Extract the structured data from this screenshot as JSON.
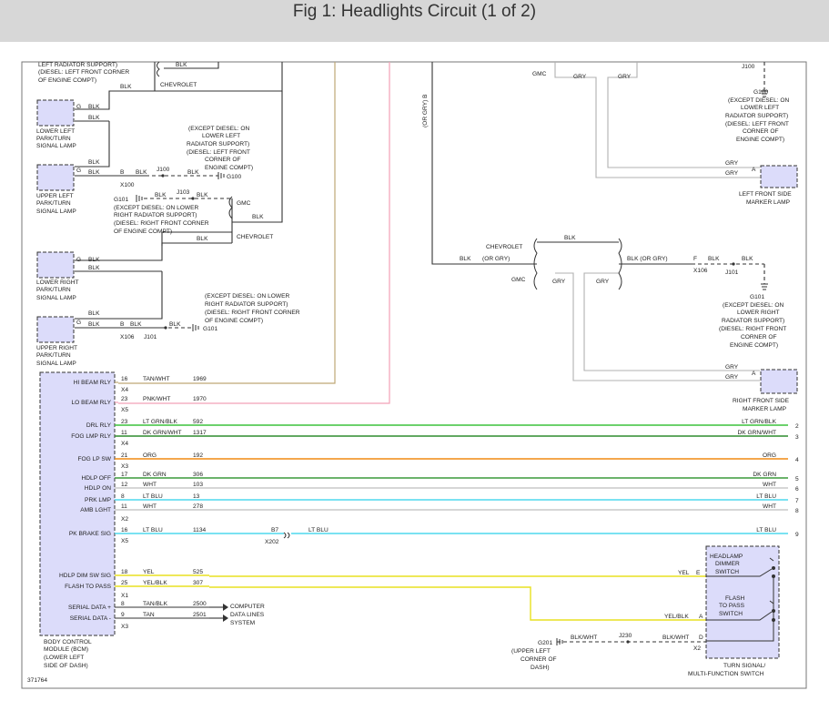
{
  "header": {
    "title": "Fig 1: Headlights Circuit (1 of 2)"
  },
  "figure_id": "371764",
  "labels": {
    "cut_top_1": "LEFT RADIATOR SUPPORT)",
    "cut_top_2": "(DIESEL: LEFT FRONT CORNER",
    "cut_top_3": "OF ENGINE COMPT)",
    "chevrolet": "CHEVROLET",
    "gmc": "GMC",
    "blk": "BLK",
    "gry": "GRY",
    "g": "G",
    "b": "B",
    "a": "A",
    "f": "F",
    "or_gry": "(OR GRY)",
    "or_gry_b": "(OR GRY)  B",
    "blk_or_gry": "BLK   (OR GRY)",
    "lower_left_lamp": [
      "LOWER LEFT",
      "PARK/TURN",
      "SIGNAL LAMP"
    ],
    "upper_left_lamp": [
      "UPPER LEFT",
      "PARK/TURN",
      "SIGNAL LAMP"
    ],
    "lower_right_lamp": [
      "LOWER RIGHT",
      "PARK/TURN",
      "SIGNAL LAMP"
    ],
    "upper_right_lamp": [
      "UPPER RIGHT",
      "PARK/TURN",
      "SIGNAL LAMP"
    ],
    "g100_note": [
      "(EXCEPT DIESEL: ON",
      "LOWER LEFT",
      "RADIATOR SUPPORT)",
      "(DIESEL: LEFT FRONT",
      "CORNER OF",
      "ENGINE COMPT)"
    ],
    "g101_note": [
      "(EXCEPT DIESEL: ON LOWER",
      "RIGHT RADIATOR SUPPORT)",
      "(DIESEL: RIGHT FRONT CORNER",
      "OF ENGINE COMPT)"
    ],
    "g101b_note": [
      "(EXCEPT DIESEL: ON LOWER",
      "RIGHT RADIATOR SUPPORT)",
      "(DIESEL: RIGHT FRONT CORNER",
      "OF ENGINE COMPT)"
    ],
    "g100r_note": [
      "(EXCEPT DIESEL: ON",
      "LOWER LEFT",
      "RADIATOR SUPPORT)",
      "(DIESEL: LEFT FRONT",
      "CORNER OF",
      "ENGINE COMPT)"
    ],
    "g101r_note": [
      "(EXCEPT DIESEL: ON",
      "LOWER RIGHT",
      "RADIATOR SUPPORT)",
      "(DIESEL: RIGHT FRONT",
      "CORNER OF",
      "ENGINE COMPT)"
    ],
    "j100": "J100",
    "j101": "J101",
    "j103": "J103",
    "j230": "J230",
    "x100": "X100",
    "x106": "X106",
    "x202": "X202",
    "b7": "B7",
    "g100": "G100",
    "g101": "G101",
    "g201": "G201",
    "g201_note": [
      "(UPPER LEFT",
      "CORNER OF",
      "DASH)"
    ],
    "left_side_marker": [
      "LEFT FRONT SIDE",
      "MARKER LAMP"
    ],
    "right_side_marker": [
      "RIGHT FRONT SIDE",
      "MARKER LAMP"
    ],
    "bcm": [
      "BODY CONTROL",
      "MODULE (BCM)",
      "(LOWER LEFT",
      "SIDE OF DASH)"
    ],
    "computer_data": [
      "COMPUTER",
      "DATA LINES",
      "SYSTEM"
    ],
    "switch_name": [
      "TURN SIGNAL/",
      "MULTI-FUNCTION SWITCH"
    ],
    "headlamp_dimmer": [
      "HEADLAMP",
      "DIMMER",
      "SWITCH"
    ],
    "flash_to_pass_sw": [
      "FLASH",
      "TO PASS",
      "SWITCH"
    ],
    "blk_wht": "BLK/WHT",
    "yel": "YEL",
    "yel_blk": "YEL/BLK",
    "e": "E",
    "d": "D",
    "x2": "X2"
  },
  "bcm_rows": [
    {
      "label": "HI BEAM RLY",
      "pin": "16",
      "wire": "TAN/WHT",
      "circuit": "1969",
      "conn": "X4",
      "color": "#bfa676",
      "dest": "",
      "ref": ""
    },
    {
      "label": "LO BEAM RLY",
      "pin": "23",
      "wire": "PNK/WHT",
      "circuit": "1970",
      "conn": "X5",
      "color": "#f2a0b6",
      "dest": "",
      "ref": ""
    },
    {
      "label": "DRL RLY",
      "pin": "23",
      "wire": "LT GRN/BLK",
      "circuit": "592",
      "conn": "",
      "color": "#3cc23c",
      "dest": "LT GRN/BLK",
      "ref": "2"
    },
    {
      "label": "FOG LMP RLY",
      "pin": "11",
      "wire": "DK GRN/WHT",
      "circuit": "1317",
      "conn": "X4",
      "color": "#2e8b2e",
      "dest": "DK GRN/WHT",
      "ref": "3"
    },
    {
      "label": "FOG LP SW",
      "pin": "21",
      "wire": "ORG",
      "circuit": "192",
      "conn": "X3",
      "color": "#f08a12",
      "dest": "ORG",
      "ref": "4"
    },
    {
      "label": "HDLP OFF",
      "pin": "17",
      "wire": "DK GRN",
      "circuit": "306",
      "conn": "",
      "color": "#3a9a3a",
      "dest": "DK GRN",
      "ref": "5"
    },
    {
      "label": "HDLP ON",
      "pin": "12",
      "wire": "WHT",
      "circuit": "103",
      "conn": "",
      "color": "#c8c8c8",
      "dest": "WHT",
      "ref": "6"
    },
    {
      "label": "PRK LMP",
      "pin": "8",
      "wire": "LT BLU",
      "circuit": "13",
      "conn": "",
      "color": "#4fd8ee",
      "dest": "LT BLU",
      "ref": "7"
    },
    {
      "label": "AMB LGHT",
      "pin": "11",
      "wire": "WHT",
      "circuit": "278",
      "conn": "X2",
      "color": "#c8c8c8",
      "dest": "WHT",
      "ref": "8"
    },
    {
      "label": "PK BRAKE SIG",
      "pin": "16",
      "wire": "LT BLU",
      "circuit": "1134",
      "conn": "X5",
      "color": "#4fd8ee",
      "dest": "LT BLU",
      "ref": "9"
    },
    {
      "label": "HDLP DIM SW SIG",
      "pin": "18",
      "wire": "YEL",
      "circuit": "525",
      "conn": "",
      "color": "#e8e020",
      "dest": "",
      "ref": ""
    },
    {
      "label": "FLASH TO PASS",
      "pin": "25",
      "wire": "YEL/BLK",
      "circuit": "307",
      "conn": "X1",
      "color": "#e8e020",
      "dest": "",
      "ref": ""
    },
    {
      "label": "SERIAL DATA +",
      "pin": "8",
      "wire": "TAN/BLK",
      "circuit": "2500",
      "conn": "",
      "color": "#333333",
      "dest": "",
      "ref": ""
    },
    {
      "label": "SERIAL DATA -",
      "pin": "9",
      "wire": "TAN",
      "circuit": "2501",
      "conn": "X3",
      "color": "#333333",
      "dest": "",
      "ref": ""
    }
  ],
  "colors": {
    "lamp_fill": "#dcdcfa",
    "dark_wire": "#333333",
    "gray_wire": "#b0b0b0",
    "header_bg": "#d7d7d7"
  }
}
